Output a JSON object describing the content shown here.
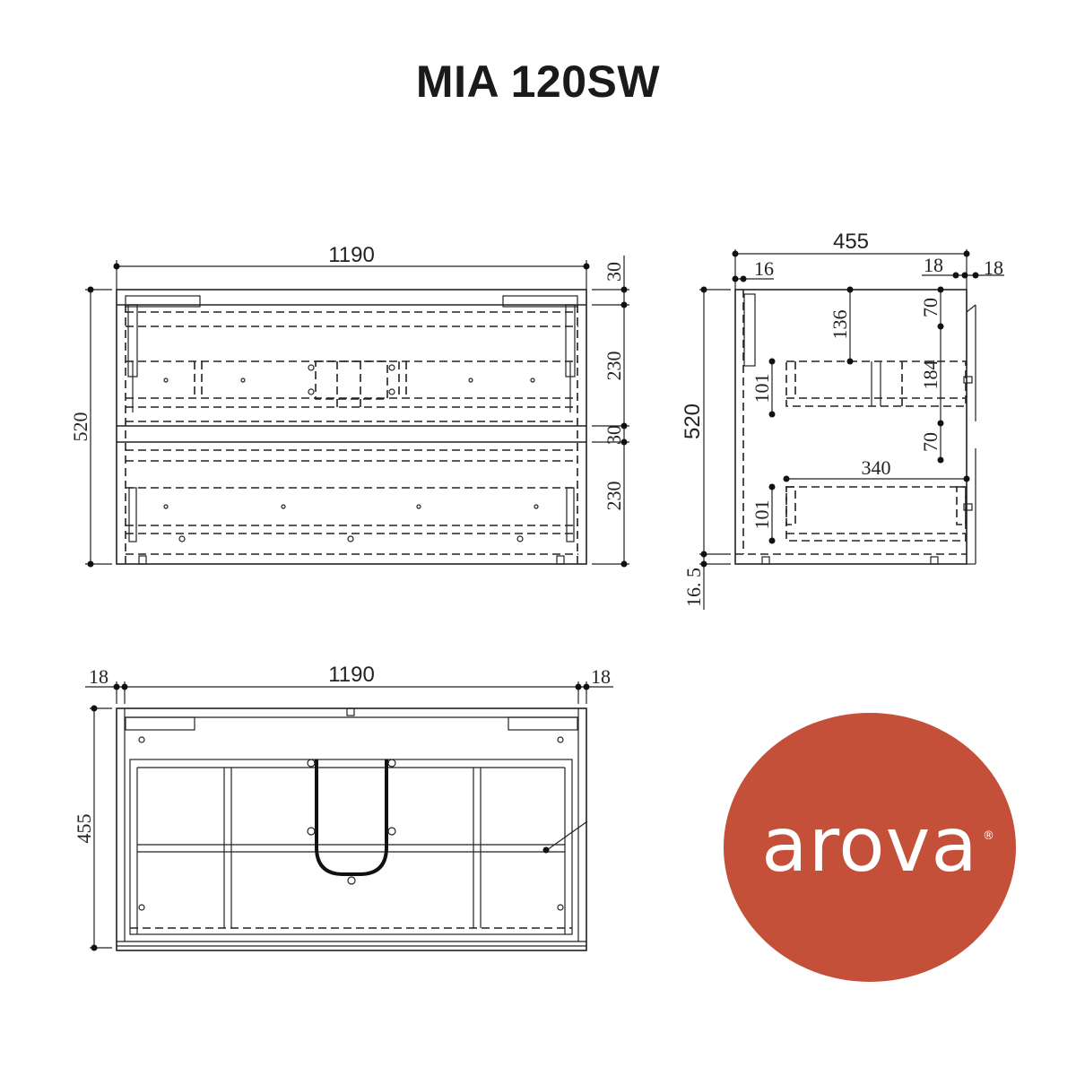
{
  "title": "MIA 120SW",
  "front_view": {
    "width": "1190",
    "height": "520",
    "top_panel": "30",
    "drawer_top": "230",
    "mid_panel": "30",
    "drawer_bottom": "230"
  },
  "side_view": {
    "depth": "455",
    "side_panel": "16",
    "front_gap_left": "18",
    "front_gap_right": "18",
    "height": "520",
    "sink_depth": "136",
    "drawer_top_height": "101",
    "handle_gap_top": "70",
    "drawer_front_span": "184",
    "handle_gap_bottom": "70",
    "drawer_bottom_depth": "340",
    "drawer_bottom_height": "101",
    "plinth": "16. 5"
  },
  "top_view": {
    "width": "1190",
    "side_left": "18",
    "side_right": "18",
    "depth": "455"
  },
  "logo": {
    "brand": "arova",
    "registered_mark": "®",
    "color": "#c4503a"
  }
}
